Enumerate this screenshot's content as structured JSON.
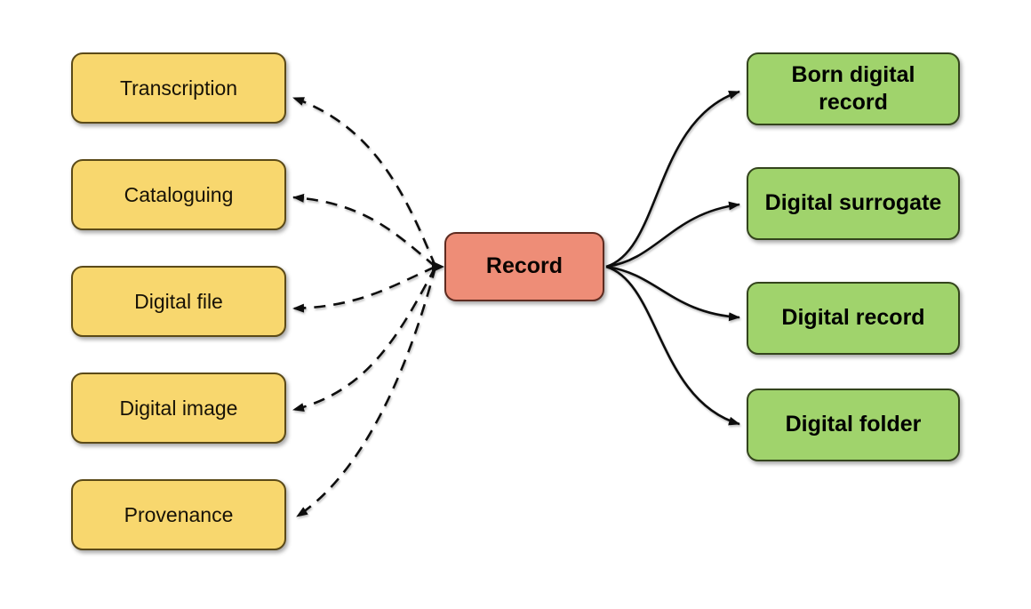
{
  "diagram": {
    "center_node": {
      "label": "Record"
    },
    "left_nodes": [
      {
        "label": "Transcription"
      },
      {
        "label": "Cataloguing"
      },
      {
        "label": "Digital file"
      },
      {
        "label": "Digital image"
      },
      {
        "label": "Provenance"
      }
    ],
    "right_nodes": [
      {
        "label": "Born digital record"
      },
      {
        "label": "Digital surrogate"
      },
      {
        "label": "Digital record"
      },
      {
        "label": "Digital folder"
      }
    ],
    "edges": [
      {
        "from": "Record",
        "to": "Transcription",
        "style": "dashed",
        "arrowheads": "both-ends-shared-at-record"
      },
      {
        "from": "Record",
        "to": "Cataloguing",
        "style": "dashed",
        "arrowheads": "both-ends-shared-at-record"
      },
      {
        "from": "Record",
        "to": "Digital file",
        "style": "dashed",
        "arrowheads": "both-ends-shared-at-record"
      },
      {
        "from": "Record",
        "to": "Digital image",
        "style": "dashed",
        "arrowheads": "both-ends-shared-at-record"
      },
      {
        "from": "Record",
        "to": "Provenance",
        "style": "dashed",
        "arrowheads": "both-ends-shared-at-record"
      },
      {
        "from": "Record",
        "to": "Born digital record",
        "style": "solid",
        "arrowheads": "at-target"
      },
      {
        "from": "Record",
        "to": "Digital surrogate",
        "style": "solid",
        "arrowheads": "at-target"
      },
      {
        "from": "Record",
        "to": "Digital record",
        "style": "solid",
        "arrowheads": "at-target"
      },
      {
        "from": "Record",
        "to": "Digital folder",
        "style": "solid",
        "arrowheads": "at-target"
      }
    ],
    "colors": {
      "background": "#ffffff",
      "left_fill": "#F8D76E",
      "left_border": "#5b4a18",
      "right_fill": "#A0D36C",
      "right_border": "#33441c",
      "center_fill": "#EE8D77",
      "center_border": "#5e2b20",
      "arrow": "#111111"
    }
  }
}
